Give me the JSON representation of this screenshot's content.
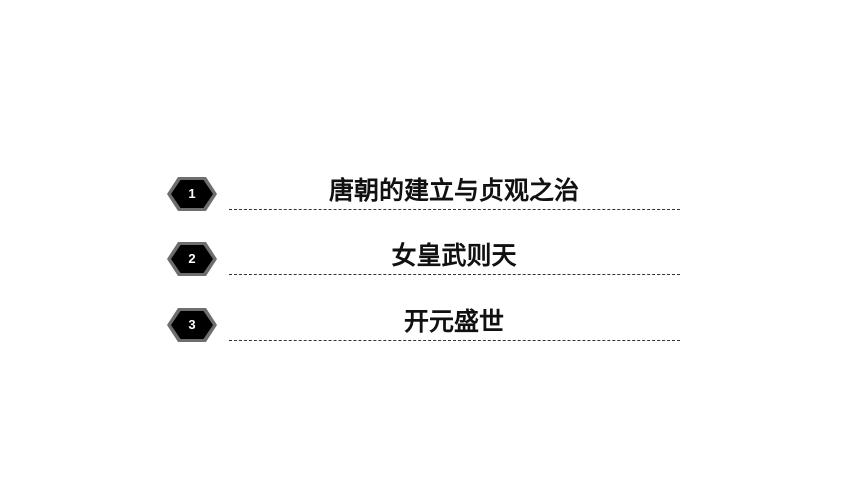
{
  "toc": {
    "items": [
      {
        "number": "1",
        "title": "唐朝的建立与贞观之治"
      },
      {
        "number": "2",
        "title": "女皇武则天"
      },
      {
        "number": "3",
        "title": "开元盛世"
      }
    ]
  },
  "colors": {
    "badge_fill": "#000000",
    "badge_ring": "#6e6e6e",
    "title_text": "#111111",
    "dash_line": "#333333"
  },
  "icons": {
    "badge": "hexagon-number-badge"
  }
}
